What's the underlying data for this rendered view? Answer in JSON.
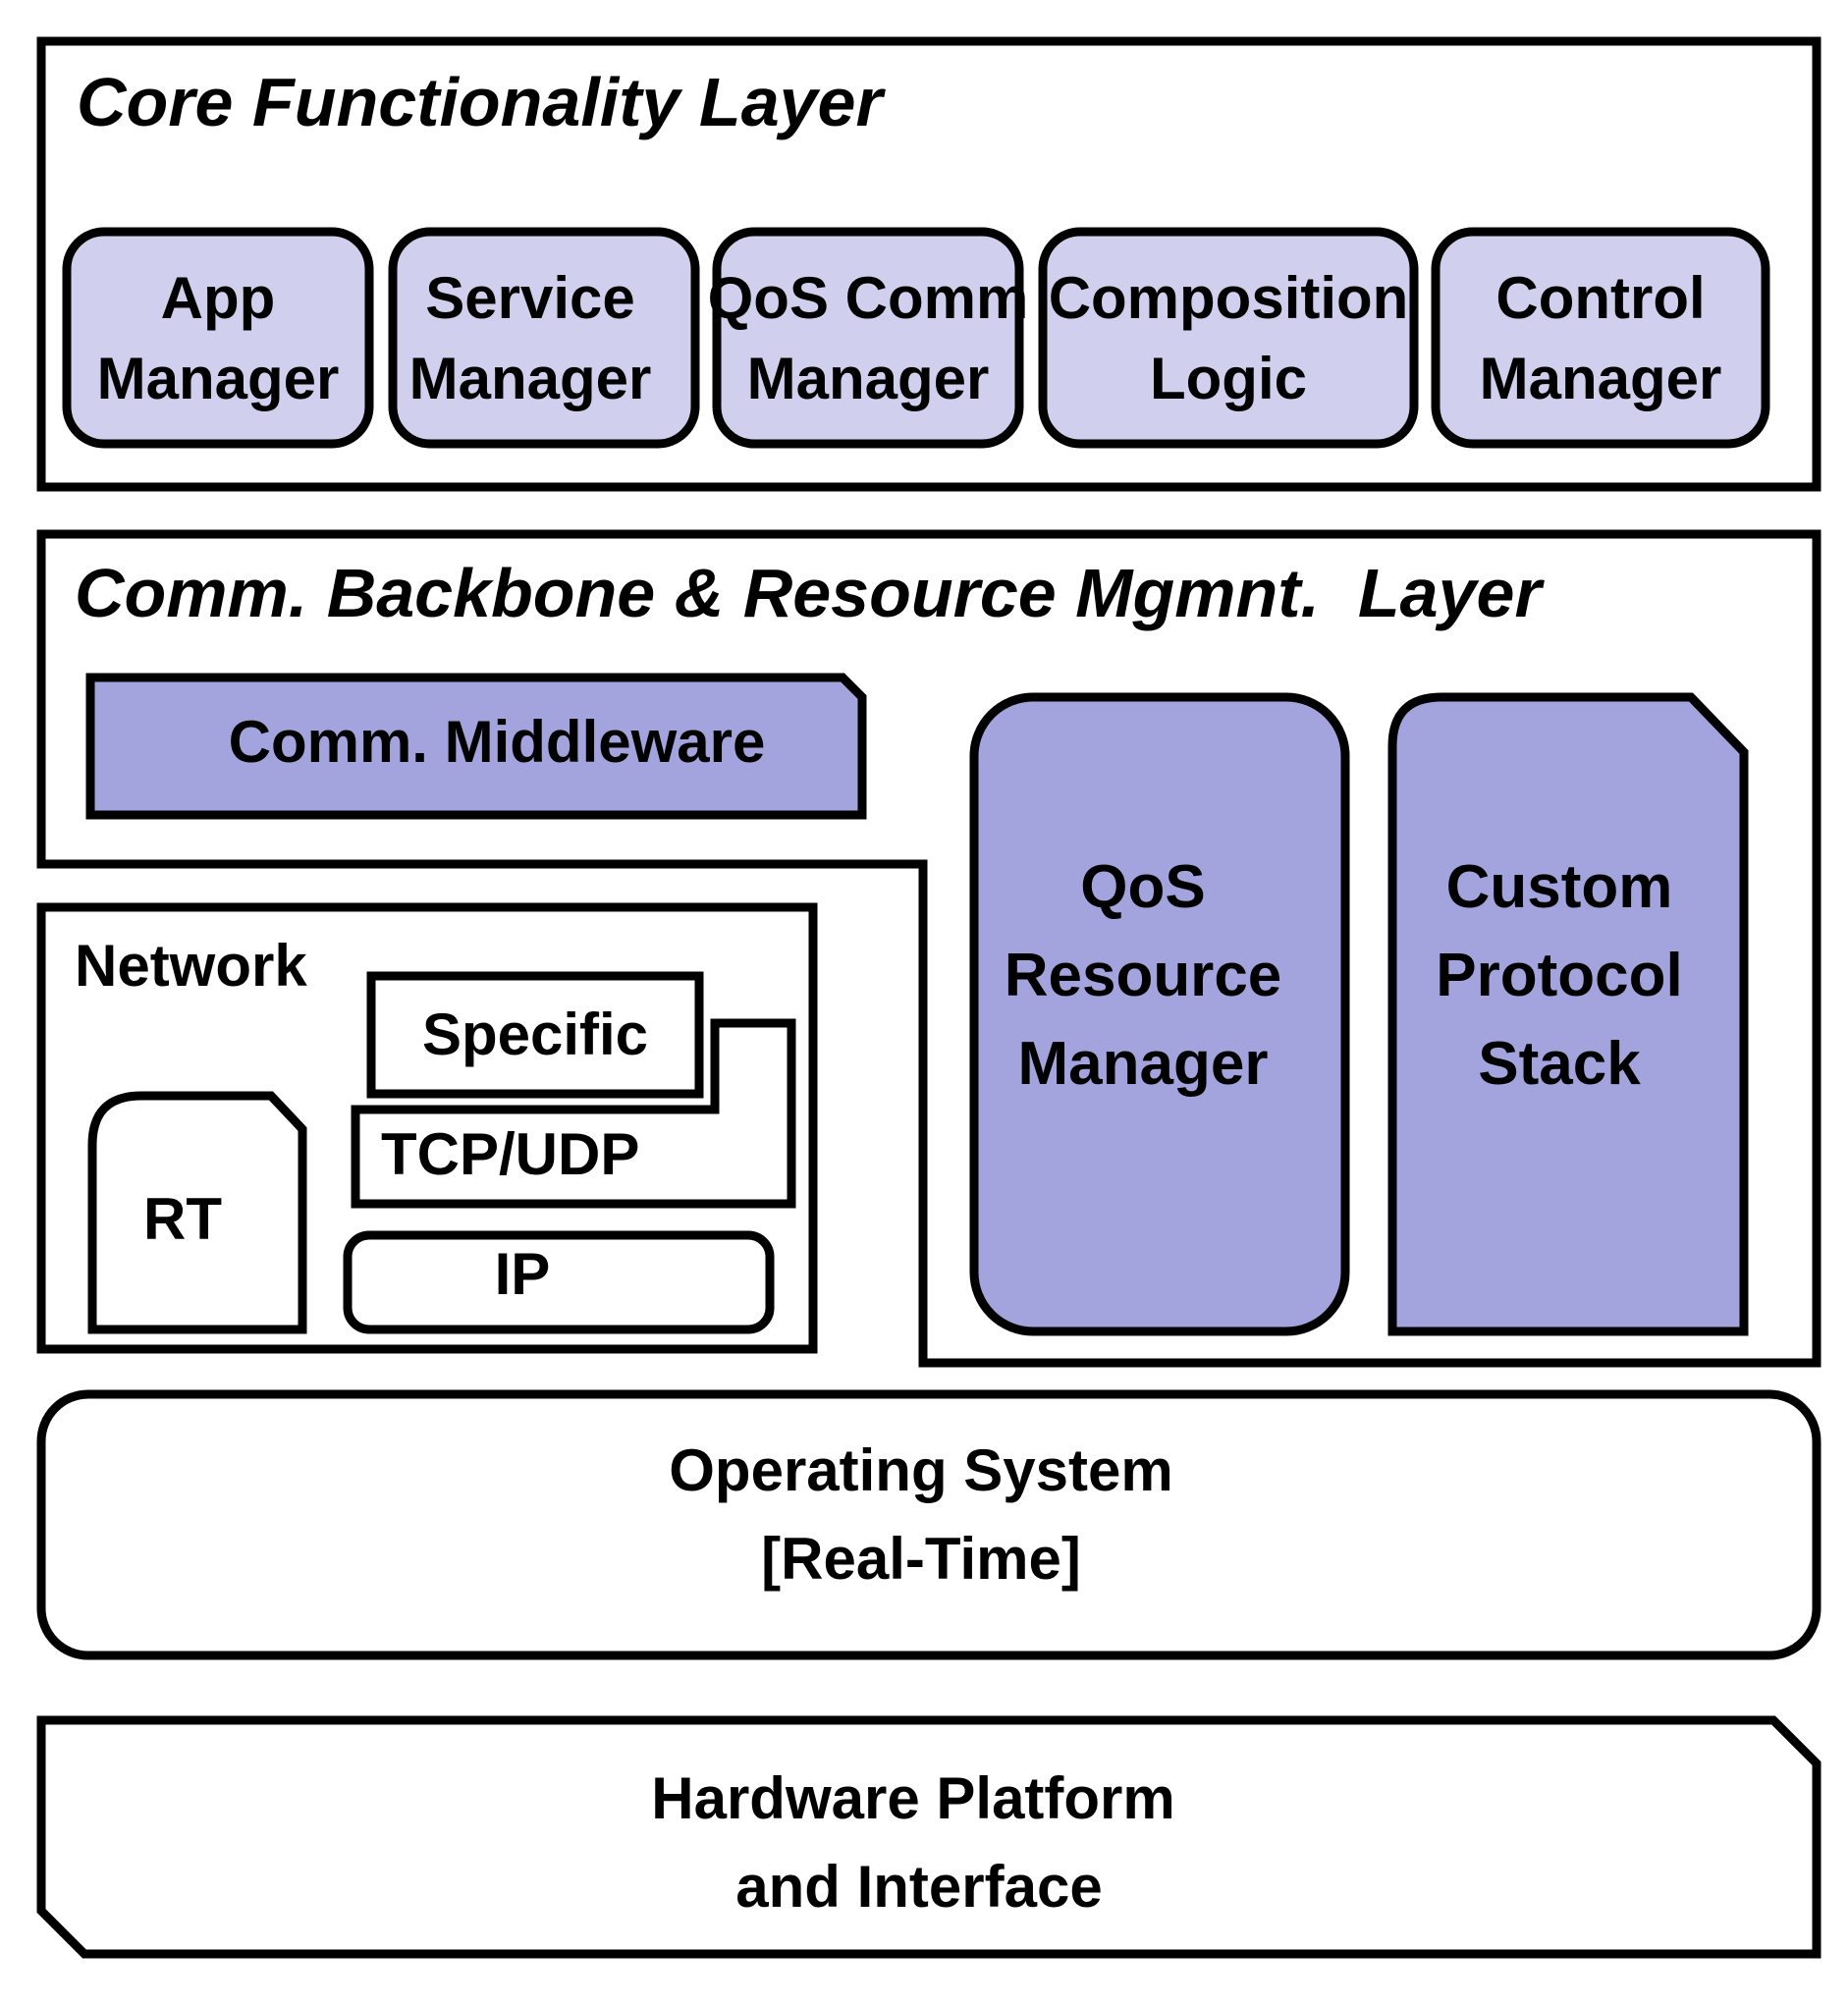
{
  "colors": {
    "light_fill": "#d0d0ee",
    "medium_fill": "#a3a3dd",
    "stroke": "#000000",
    "background": "#ffffff"
  },
  "core_layer": {
    "title": "Core Functionality Layer",
    "modules": [
      {
        "line1": "App",
        "line2": "Manager"
      },
      {
        "line1": "Service",
        "line2": "Manager"
      },
      {
        "line1": "QoS Comm",
        "line2": "Manager"
      },
      {
        "line1": "Composition",
        "line2": "Logic"
      },
      {
        "line1": "Control",
        "line2": "Manager"
      }
    ]
  },
  "comm_layer": {
    "title": "Comm. Backbone & Resource Mgmnt.  Layer",
    "middleware": "Comm. Middleware",
    "qos_resource_manager": {
      "line1": "QoS",
      "line2": "Resource",
      "line3": "Manager"
    },
    "custom_protocol_stack": {
      "line1": "Custom",
      "line2": "Protocol",
      "line3": "Stack"
    }
  },
  "network": {
    "title": "Network",
    "specific": "Specific",
    "tcp_udp": "TCP/UDP",
    "ip": "IP",
    "rt": "RT"
  },
  "os_layer": {
    "line1": "Operating System",
    "line2": "[Real-Time]"
  },
  "hardware_layer": {
    "line1": "Hardware Platform",
    "line2": "and Interface"
  }
}
